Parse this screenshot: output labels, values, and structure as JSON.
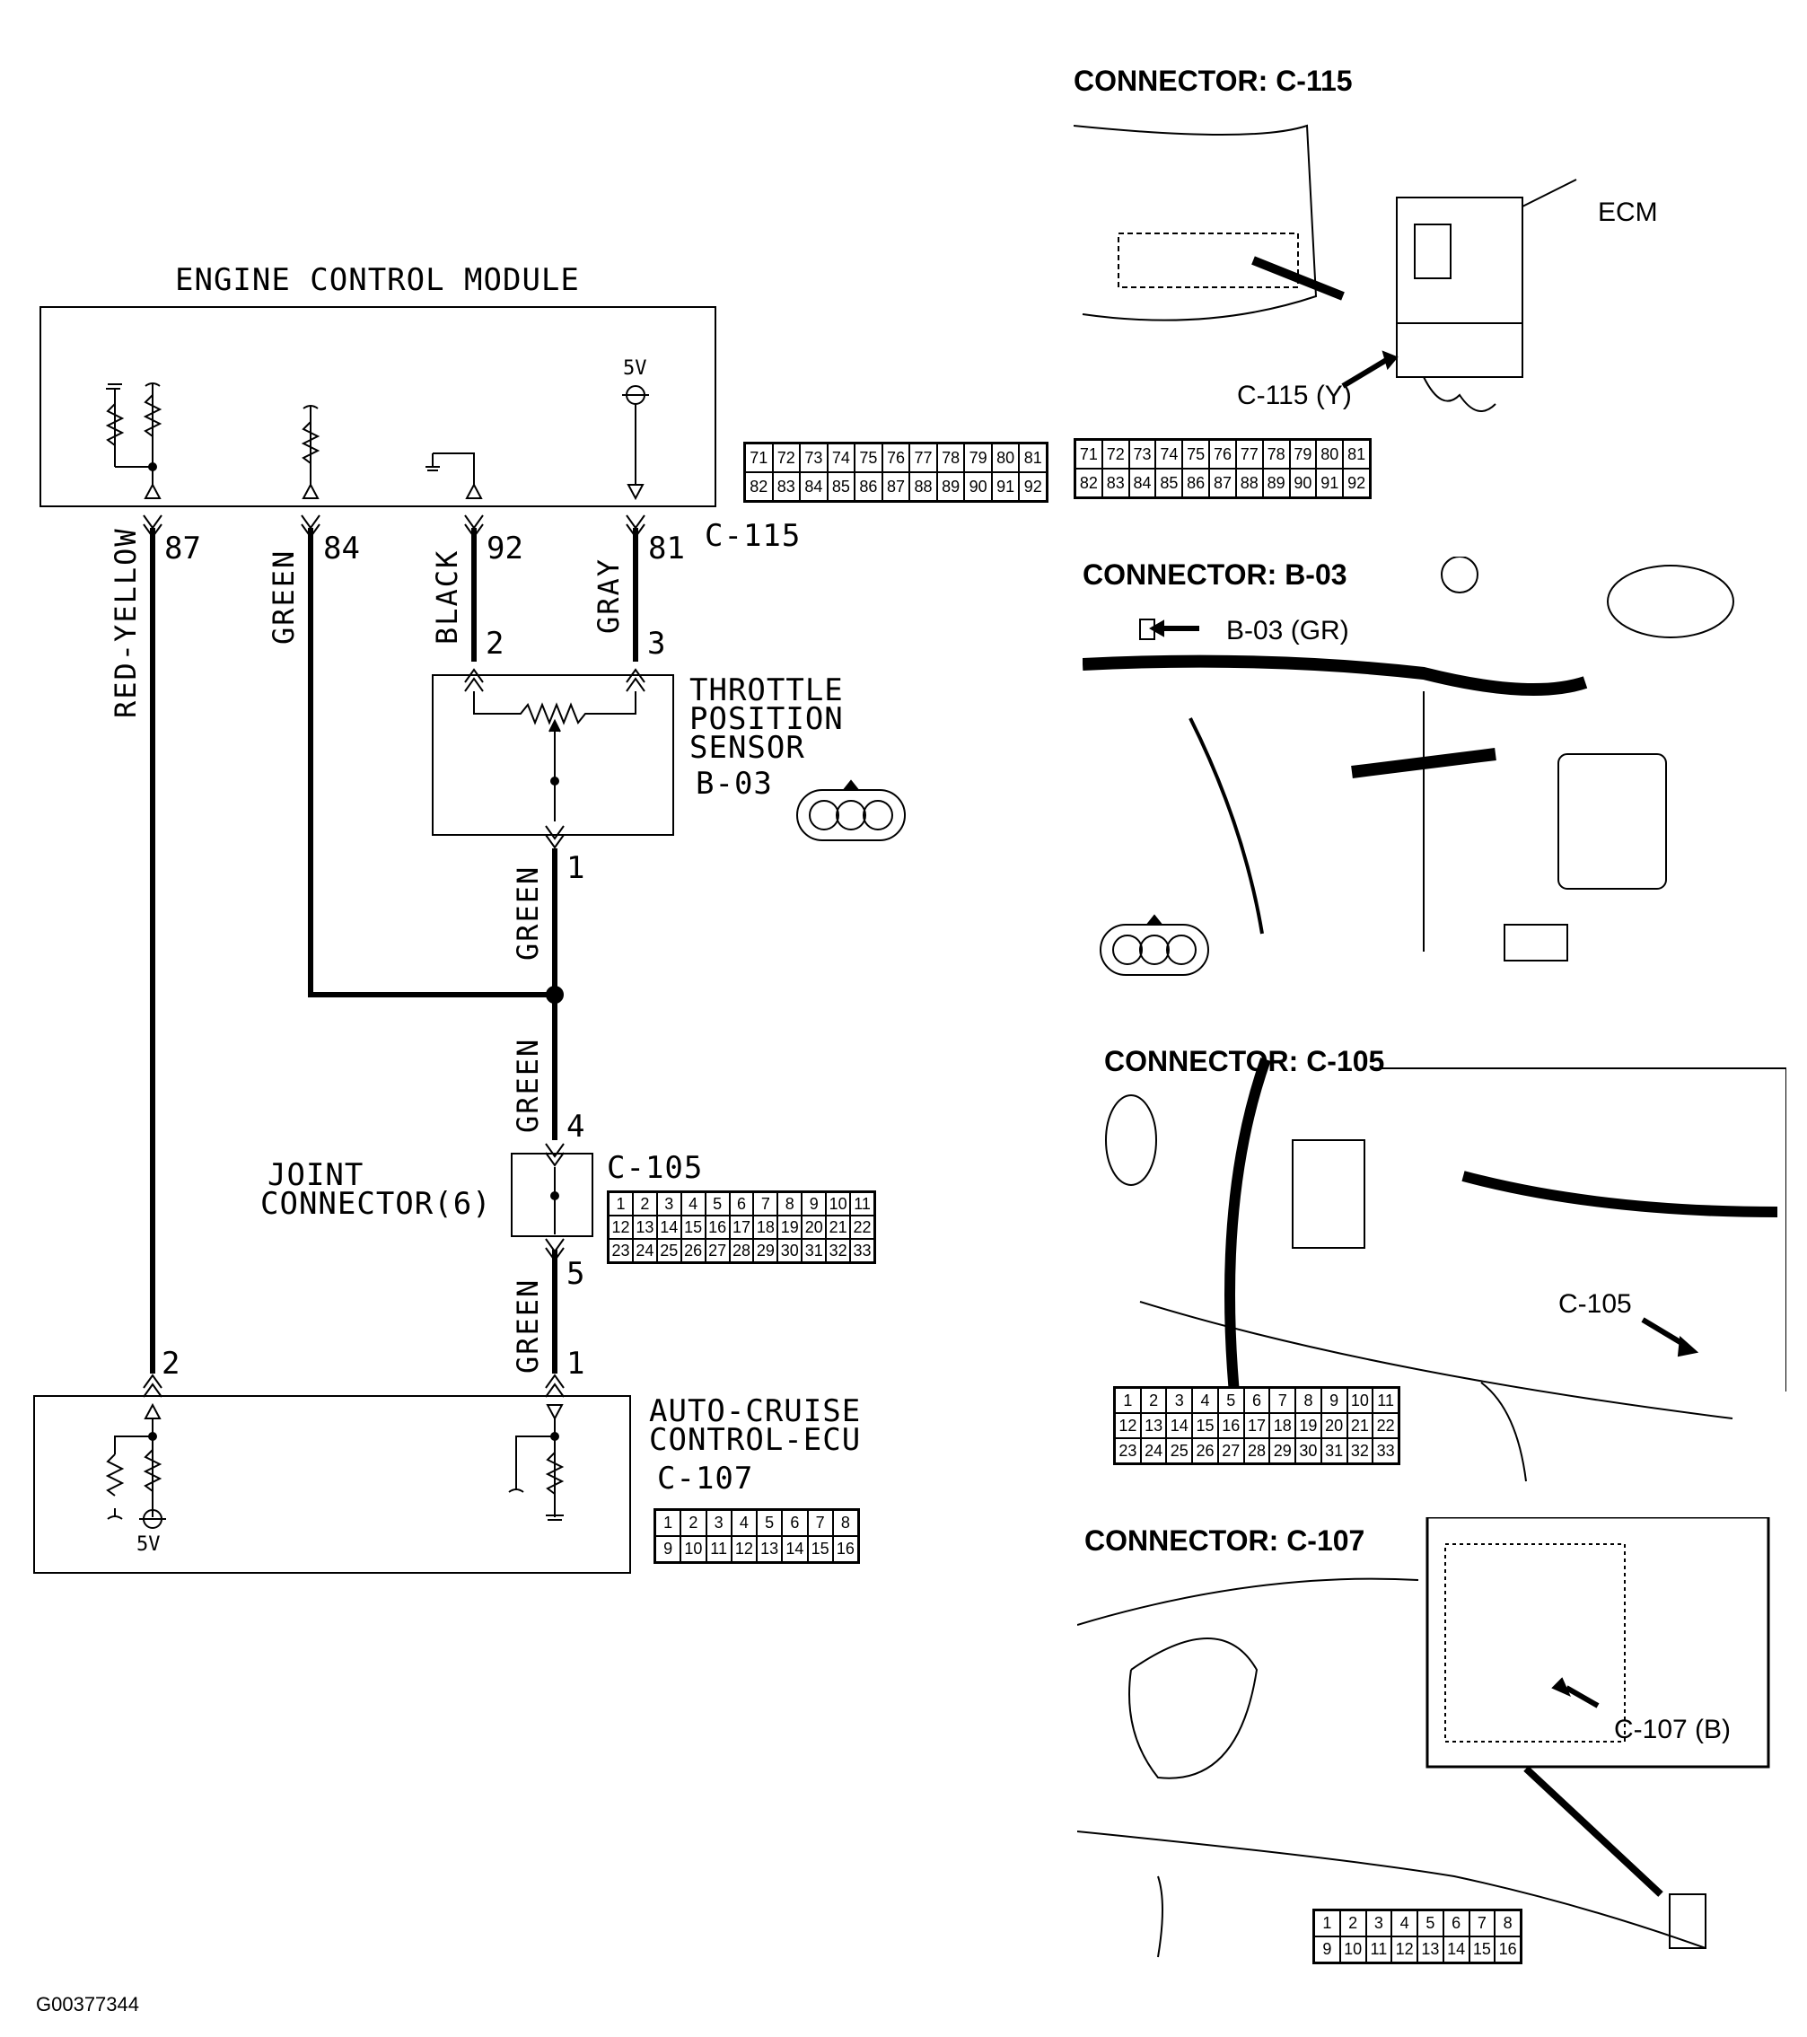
{
  "schematic": {
    "ecm_title": "ENGINE CONTROL MODULE",
    "ecm_5v": "5V",
    "ecm_connector": "C-115",
    "pins_ecm": [
      "87",
      "84",
      "92",
      "81"
    ],
    "wires": {
      "red_yellow": "RED-YELLOW",
      "green_84": "GREEN",
      "black": "BLACK",
      "gray": "GRAY",
      "green_tps": "GREEN",
      "green_jc_top": "GREEN",
      "green_jc_bottom": "GREEN"
    },
    "tps_pins": [
      "2",
      "3",
      "1"
    ],
    "tps_label": [
      "THROTTLE",
      "POSITION",
      "SENSOR"
    ],
    "tps_connector": "B-03",
    "joint_label": [
      "JOINT",
      "CONNECTOR(6)"
    ],
    "joint_connector": "C-105",
    "joint_pins": [
      "4",
      "5"
    ],
    "ecu_pins": [
      "2",
      "1"
    ],
    "ecu_label": [
      "AUTO-CRUISE",
      "CONTROL-ECU"
    ],
    "ecu_connector": "C-107",
    "ecu_5v": "5V"
  },
  "connectors": {
    "c115": {
      "title": "CONNECTOR: C-115",
      "ecm_label": "ECM",
      "callout": "C-115 (Y)",
      "row1": [
        "71",
        "72",
        "73",
        "74",
        "75",
        "76",
        "77",
        "78",
        "79",
        "80",
        "81"
      ],
      "row2": [
        "82",
        "83",
        "84",
        "85",
        "86",
        "87",
        "88",
        "89",
        "90",
        "91",
        "92"
      ]
    },
    "b03": {
      "title": "CONNECTOR: B-03",
      "callout": "B-03 (GR)",
      "pins": [
        "1",
        "2",
        "3"
      ]
    },
    "c105": {
      "title": "CONNECTOR: C-105",
      "callout": "C-105",
      "row1": [
        "1",
        "2",
        "3",
        "4",
        "5",
        "6",
        "7",
        "8",
        "9",
        "10",
        "11"
      ],
      "row2": [
        "12",
        "13",
        "14",
        "15",
        "16",
        "17",
        "18",
        "19",
        "20",
        "21",
        "22"
      ],
      "row3": [
        "23",
        "24",
        "25",
        "26",
        "27",
        "28",
        "29",
        "30",
        "31",
        "32",
        "33"
      ]
    },
    "c107": {
      "title": "CONNECTOR: C-107",
      "callout": "C-107 (B)",
      "row1": [
        "1",
        "2",
        "3",
        "4",
        "5",
        "6",
        "7",
        "8"
      ],
      "row2": [
        "9",
        "10",
        "11",
        "12",
        "13",
        "14",
        "15",
        "16"
      ]
    }
  },
  "figure_id": "G00377344"
}
